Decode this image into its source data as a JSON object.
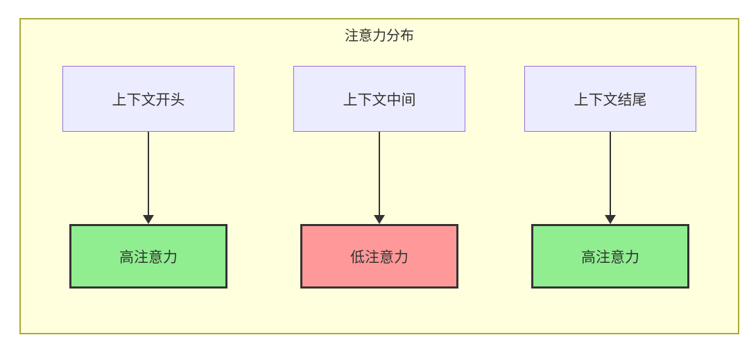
{
  "diagram": {
    "title": "注意力分布",
    "columns": [
      {
        "source": "上下文开头",
        "target": "高注意力",
        "target_level": "high"
      },
      {
        "source": "上下文中间",
        "target": "低注意力",
        "target_level": "low"
      },
      {
        "source": "上下文结尾",
        "target": "高注意力",
        "target_level": "high"
      }
    ]
  },
  "colors": {
    "panel-bg": "#ffffde",
    "panel-border": "#aaaa33",
    "source-node-bg": "#ECECFF",
    "source-node-border": "#9370DB",
    "high-attention-bg": "#90EE90",
    "low-attention-bg": "#FF9999",
    "node-border-dark": "#333333",
    "arrow": "#333333",
    "text": "#333333"
  }
}
